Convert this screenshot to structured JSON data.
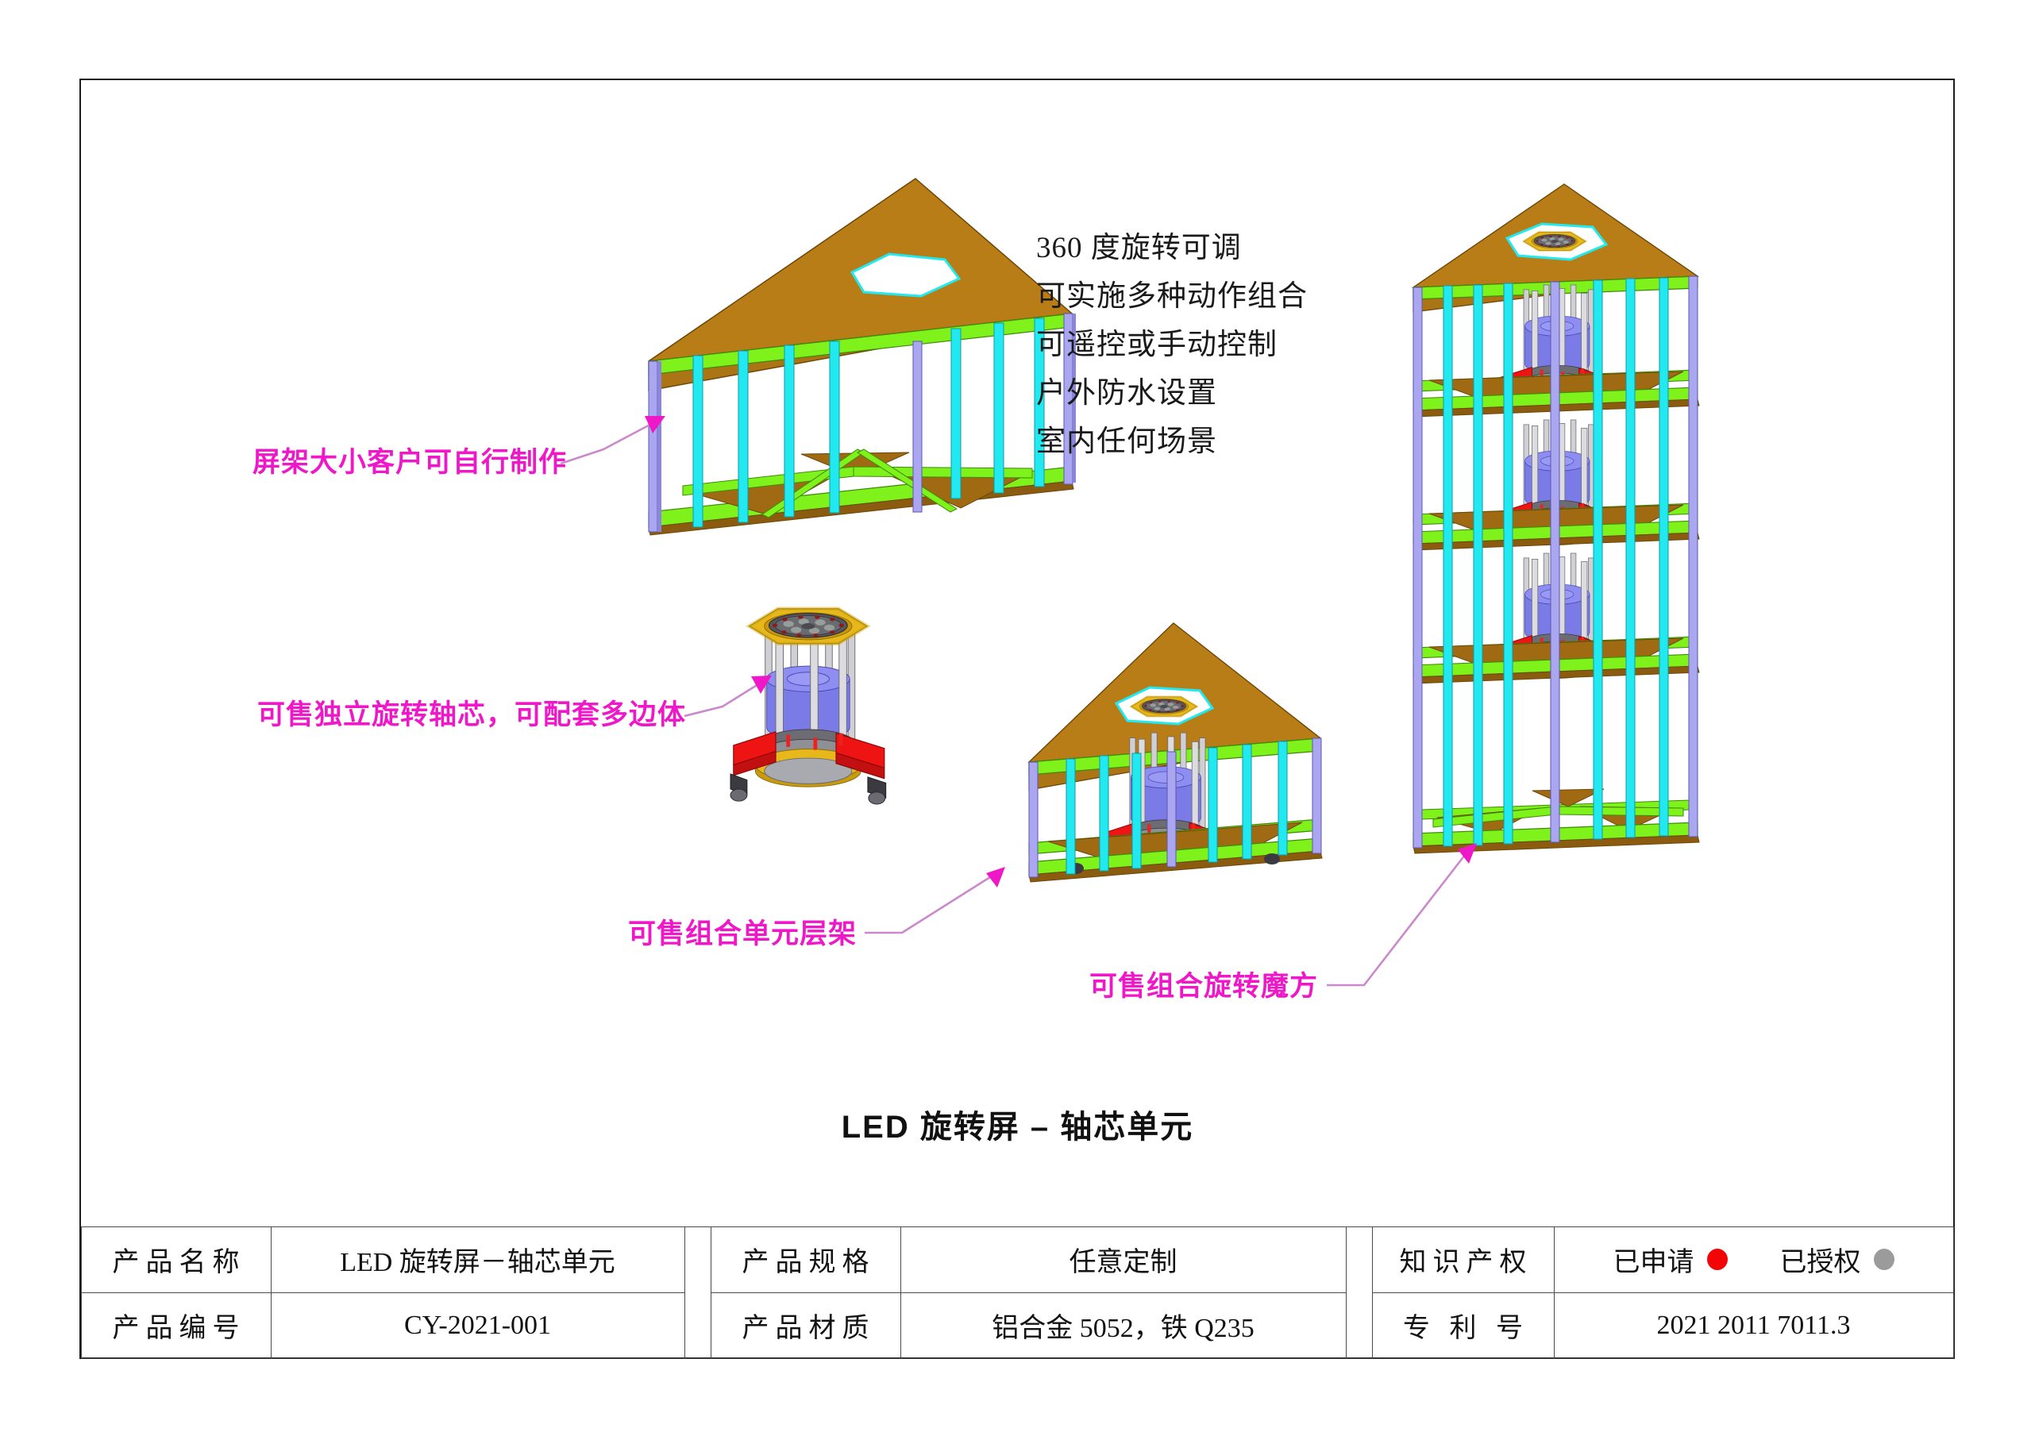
{
  "sheet": {
    "main_caption": "LED 旋转屏 – 轴芯单元"
  },
  "features": {
    "items": [
      "360 度旋转可调",
      "可实施多种动作组合",
      "可遥控或手动控制",
      "户外防水设置",
      "室内任何场景"
    ]
  },
  "callouts": [
    {
      "id": "frame-size",
      "text": "屏架大小客户可自行制作"
    },
    {
      "id": "shaft-unit",
      "text": "可售独立旋转轴芯，可配套多边体"
    },
    {
      "id": "unit-rack",
      "text": "可售组合单元层架"
    },
    {
      "id": "rotating-cube",
      "text": "可售组合旋转魔方"
    }
  ],
  "title_block": {
    "product_name_label": "产品名称",
    "product_name_value": "LED 旋转屏－轴芯单元",
    "product_code_label": "产品编号",
    "product_code_value": "CY-2021-001",
    "product_spec_label": "产品规格",
    "product_spec_value": "任意定制",
    "product_material_label": "产品材质",
    "product_material_value": "铝合金 5052，铁 Q235",
    "ip_label": "知识产权",
    "ip_applied_text": "已申请",
    "ip_granted_text": "已授权",
    "patent_label": "专  利  号",
    "patent_value": "2021 2011 7011.3"
  },
  "colors": {
    "accent_magenta": "#ef18c8",
    "leader_line": "#cc88cc",
    "applied_dot": "#f40505",
    "granted_dot": "#9b9b9b",
    "frame_green": "#7ef21a",
    "frame_cyan": "#22e8f0",
    "frame_violet": "#aaa6f0",
    "plate_brown": "#ab7414",
    "motor_blue": "#7b7be8",
    "bracket_red": "#ee1414",
    "plate_gold": "#e8b81a",
    "border": "#1b1b22"
  }
}
